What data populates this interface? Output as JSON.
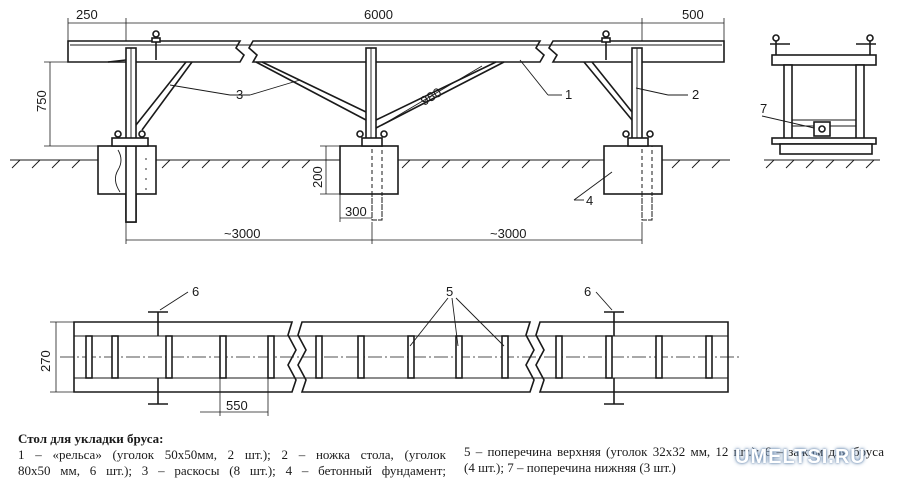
{
  "dimensions": {
    "overhang_left": "250",
    "span": "6000",
    "overhang_right": "500",
    "height": "750",
    "brace_length": "980",
    "foundation_height": "200",
    "foundation_width": "300",
    "leg_spacing_left": "~3000",
    "leg_spacing_right": "~3000",
    "table_width": "270",
    "crossbar_spacing": "550"
  },
  "callouts": {
    "rail": "1",
    "leg": "2",
    "brace": "3",
    "foundation": "4",
    "upper_crossbar": "5",
    "clamp_left": "6",
    "clamp_right": "6",
    "lower_crossbar": "7"
  },
  "caption": {
    "title": "Стол для укладки бруса:",
    "left_line1": "1 – «рельса» (уголок 50х50мм, 2 шт.); 2 – ножка стола, (уголок",
    "left_line2": "80х50 мм, 6 шт.); 3 – раскосы (8 шт.); 4 – бетонный фундамент;",
    "right_line1": "5 – поперечина верхняя (уголок 32х32 мм, 12 шт.); 6 – зажим для бруса",
    "right_line2": "(4 шт.); 7 – поперечина нижняя (3 шт.)"
  },
  "watermark": "UMELTSI.RU"
}
